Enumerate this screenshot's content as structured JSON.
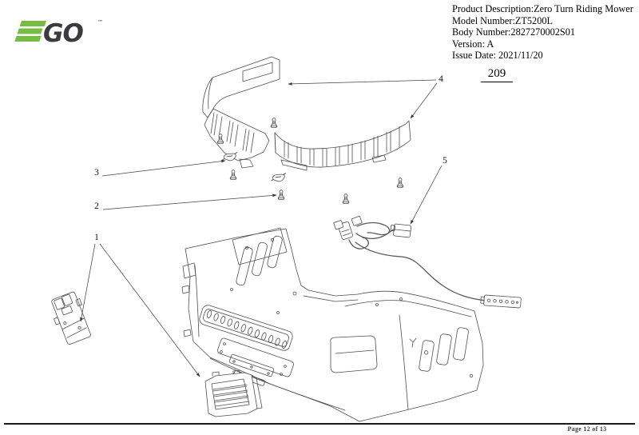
{
  "brand": {
    "logo_text": "GO",
    "trademark_symbol": "™",
    "green": "#76BC43",
    "charcoal": "#3B3B3D"
  },
  "header": {
    "lines": [
      "Product Description:Zero Turn Riding Mower",
      "Model Number:ZT5200L",
      "Body Number:2827270002S01",
      "Version: A",
      "Issue Date: 2021/11/20"
    ],
    "page_number": "209"
  },
  "diagram": {
    "callouts": [
      {
        "label": "1"
      },
      {
        "label": "2"
      },
      {
        "label": "3"
      },
      {
        "label": "4"
      },
      {
        "label": "5"
      }
    ]
  },
  "footer": {
    "page_indicator": "Page 12 of 13"
  }
}
